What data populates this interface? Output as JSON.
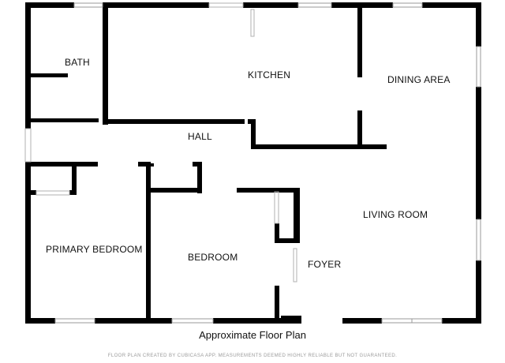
{
  "rooms": {
    "bath": "BATH",
    "kitchen": "KITCHEN",
    "dining_area": "DINING AREA",
    "hall": "HALL",
    "living_room": "LIVING ROOM",
    "primary_bedroom": "PRIMARY BEDROOM",
    "bedroom": "BEDROOM",
    "foyer": "FOYER"
  },
  "caption": "Approximate Floor Plan",
  "disclaimer": "FLOOR PLAN CREATED BY CUBICASA APP. MEASUREMENTS DEEMED HIGHLY RELIABLE BUT NOT GUARANTEED.",
  "colors": {
    "wall": "#000000",
    "window": "#9a9a9a",
    "background": "#ffffff"
  }
}
